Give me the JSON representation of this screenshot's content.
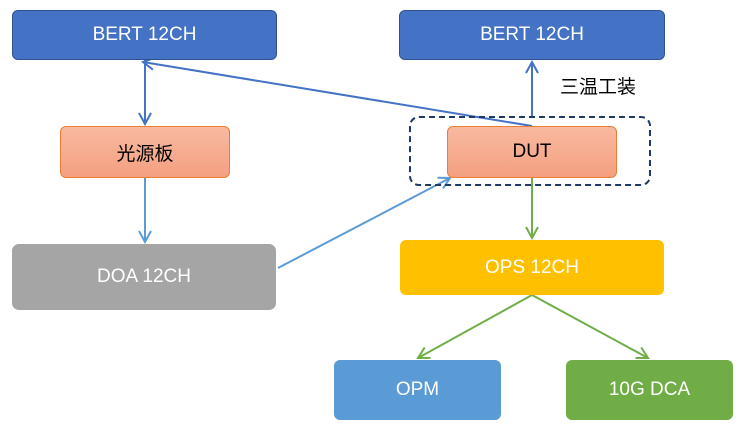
{
  "nodes": {
    "bert_left": "BERT 12CH",
    "bert_right": "BERT 12CH",
    "light_source_board": "光源板",
    "dut": "DUT",
    "doa": "DOA 12CH",
    "ops": "OPS 12CH",
    "opm": "OPM",
    "dca": "10G DCA"
  },
  "group_label": "三温工装",
  "colors": {
    "bert": "#4472c4",
    "light_box": "#f4a080",
    "doa": "#a5a5a5",
    "ops": "#ffc000",
    "opm": "#5b9bd5",
    "dca": "#70ad47",
    "blue_arrow": "#4472c4",
    "light_blue_arrow": "#5b9bd5",
    "green_arrow": "#70ad47",
    "dashed_border": "#1f3864"
  },
  "edges": [
    {
      "from": "bert_left",
      "to": "light_source_board"
    },
    {
      "from": "light_source_board",
      "to": "doa"
    },
    {
      "from": "doa",
      "to": "dut"
    },
    {
      "from": "dut",
      "to": "bert_left"
    },
    {
      "from": "dut",
      "to": "bert_right"
    },
    {
      "from": "dut",
      "to": "ops"
    },
    {
      "from": "ops",
      "to": "opm"
    },
    {
      "from": "ops",
      "to": "dca"
    }
  ]
}
